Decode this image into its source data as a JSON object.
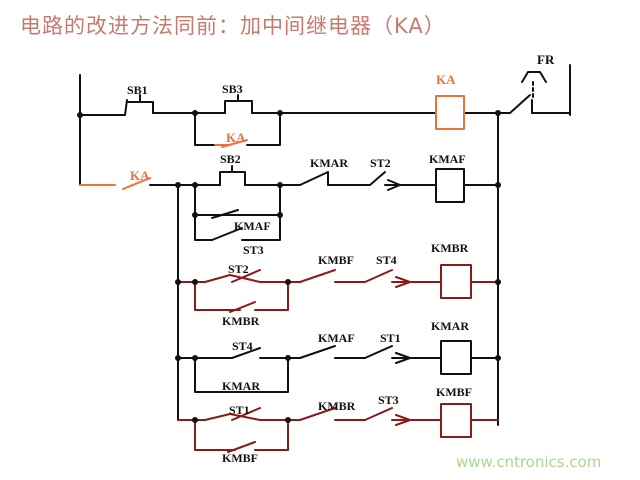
{
  "title": "电路的改进方法同前：加中间继电器（KA）",
  "watermark": "www.cntronics.com",
  "labels": {
    "sb1": "SB1",
    "sb3": "SB3",
    "ka_coil": "KA",
    "ka_contact_top": "KA",
    "ka_contact_left": "KA",
    "fr": "FR",
    "sb2": "SB2",
    "kmar_r2": "KMAR",
    "st2_r2": "ST2",
    "kmaf_coil": "KMAF",
    "kmaf_aux": "KMAF",
    "st3_r2": "ST3",
    "st2_r3": "ST2",
    "kmbf_r3": "KMBF",
    "st4_r3": "ST4",
    "kmbr_coil": "KMBR",
    "kmbr_aux": "KMBR",
    "st4_r4": "ST4",
    "kmaf_r4": "KMAF",
    "st1_r4": "ST1",
    "kmar_coil": "KMAR",
    "kmar_aux": "KMAR",
    "st1_r5": "ST1",
    "kmbr_r5": "KMBR",
    "st3_r5": "ST3",
    "kmbf_coil": "KMBF",
    "kmbf_aux": "KMBF"
  },
  "colors": {
    "wire": "#111111",
    "wire_highlight": "#8b1a1a",
    "ka_highlight": "#e8743b",
    "title": "#c87a6e",
    "watermark": "#a9d98b"
  }
}
